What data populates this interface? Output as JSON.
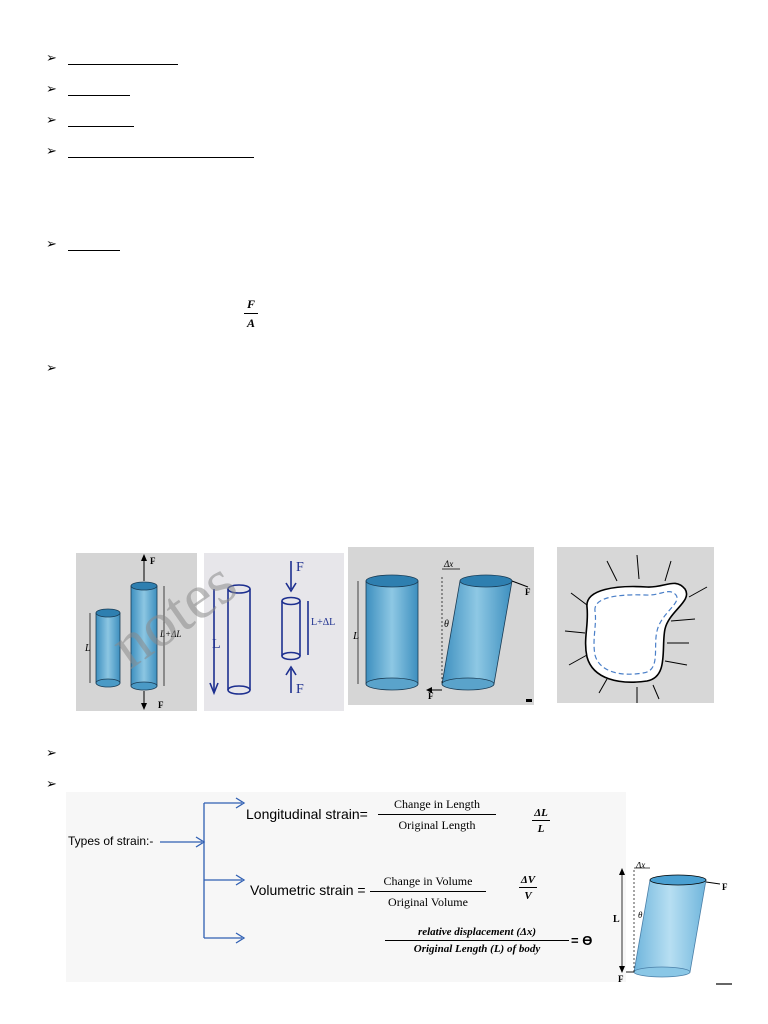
{
  "bullet_glyph": "➢",
  "stress_formula": {
    "numerator": "F",
    "denominator": "A"
  },
  "figures": {
    "fig1": {
      "force_top": "F",
      "force_bottom": "F",
      "length_left": "L",
      "length_right": "L+ΔL"
    },
    "fig2": {
      "force_top": "F",
      "force_bottom": "F",
      "length_left": "L",
      "length_right": "L+ΔL"
    },
    "fig3": {
      "dx": "Δx",
      "length": "L",
      "angle": "θ",
      "force_right": "F",
      "force_left": "F"
    },
    "fig4": {}
  },
  "watermark": "notes",
  "strain_diagram": {
    "types_label": "Types of strain:-",
    "longitudinal": {
      "label": "Longitudinal strain=",
      "numerator": "Change in  Length",
      "denominator": "Original Length",
      "symbol_num": "ΔL",
      "symbol_den": "L"
    },
    "volumetric": {
      "label": "Volumetric strain =",
      "numerator": "Change in  Volume",
      "denominator": "Original Volume",
      "symbol_num": "ΔV",
      "symbol_den": "V"
    },
    "shear": {
      "numerator": "relative displacement (Δx)",
      "denominator": "Original Length (L) of body",
      "equals": "= ϴ"
    },
    "small_figure": {
      "dx": "Δx",
      "length": "L",
      "angle": "θ",
      "force_right": "F",
      "force_left": "F"
    }
  },
  "colors": {
    "arrow_blue": "#2f5fb3",
    "cylinder_blue": "#5fa8cf",
    "panel_gray": "#d6d6d6"
  }
}
